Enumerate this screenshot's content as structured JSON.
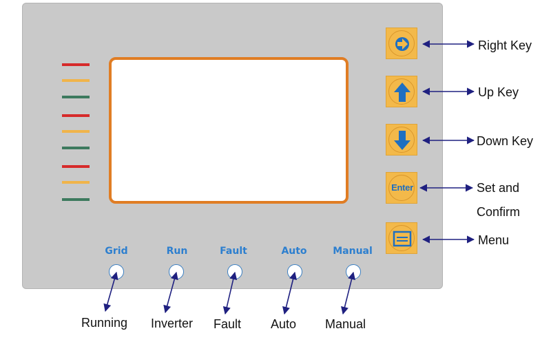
{
  "colors": {
    "panel": "#c9c9c9",
    "lcd_border": "#e07d24",
    "led_red": "#d62a2a",
    "led_yellow": "#f0b44a",
    "led_green": "#3d7a5e",
    "key_fill": "#f3b94a",
    "key_glyph": "#1f6fc0",
    "indicator_label": "#2d7fcf",
    "arrow": "#1f2080"
  },
  "led_bars": [
    "led_red",
    "led_yellow",
    "led_green",
    "led_red",
    "led_yellow",
    "led_green",
    "led_red",
    "led_yellow",
    "led_green"
  ],
  "keys": [
    {
      "icon": "right-arrow-icon",
      "callout": "Right Key"
    },
    {
      "icon": "up-arrow-icon",
      "callout": "Up Key"
    },
    {
      "icon": "down-arrow-icon",
      "callout": "Down Key"
    },
    {
      "icon": "enter-text",
      "label": "Enter",
      "callout_line1": "Set and",
      "callout_line2": "Confirm"
    },
    {
      "icon": "menu-icon",
      "callout": "Menu"
    }
  ],
  "indicators": [
    {
      "label": "Grid",
      "callout": "Running"
    },
    {
      "label": "Run",
      "callout": "Inverter"
    },
    {
      "label": "Fault",
      "callout": "Fault"
    },
    {
      "label": "Auto",
      "callout": "Auto"
    },
    {
      "label": "Manual",
      "callout": "Manual"
    }
  ]
}
